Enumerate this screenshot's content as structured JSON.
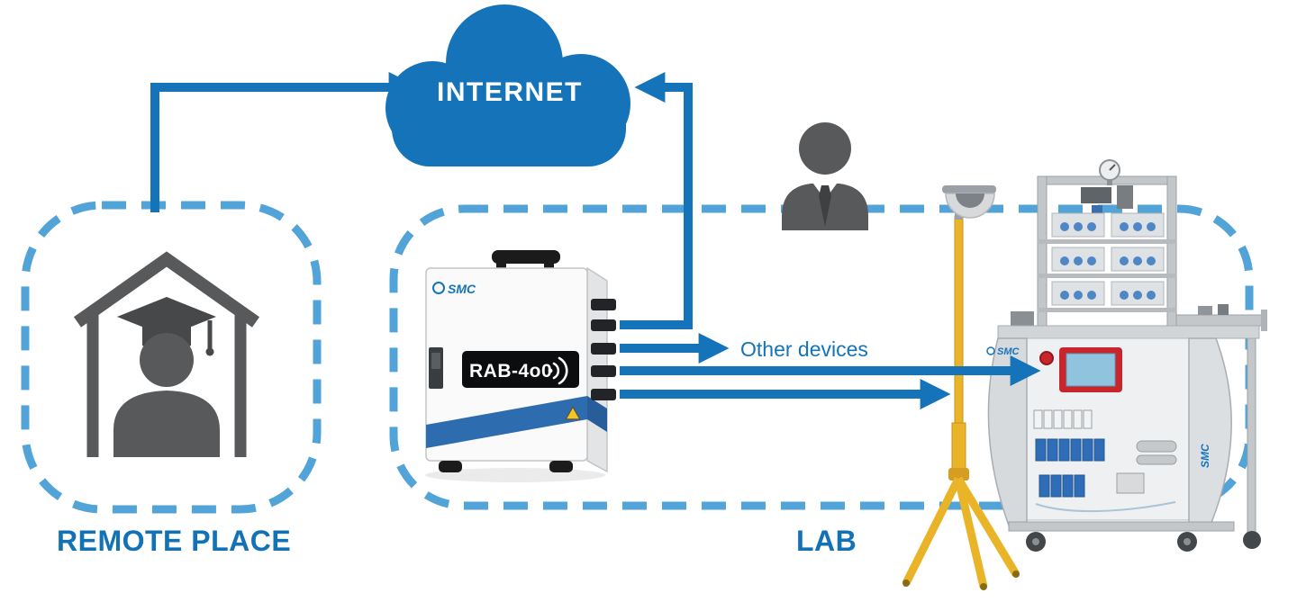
{
  "labels": {
    "internet": "INTERNET",
    "remote_place": "REMOTE PLACE",
    "lab": "LAB",
    "other_devices": "Other devices"
  },
  "device_box": {
    "brand": "SMC",
    "model": "RAB-4o0"
  },
  "machine": {
    "brand": "SMC"
  },
  "icons": {
    "internet-cloud-icon": "solid blue cloud shape",
    "user-silhouette-icon": "gray bust of person with shirt and tie",
    "house-icon": "gray outlined house",
    "graduate-icon": "gray student silhouette with mortarboard cap",
    "wifi-icon": "white radio signal arcs on device label",
    "dome-camera-icon": "surveillance dome camera on tripod",
    "tripod-icon": "yellow camera tripod",
    "arrow-icon": "thick blue connector arrows",
    "dashed-zone-icon": "rounded light-blue dashed boundary"
  },
  "colors": {
    "solid_blue": "#1573b9",
    "dashed_blue": "#52a3d8",
    "heading_blue": "#1272b5",
    "silhouette_gray": "#58595b",
    "tripod_yellow": "#eab428",
    "screen_red": "#c9252c",
    "label_black": "#0c0d0e"
  }
}
